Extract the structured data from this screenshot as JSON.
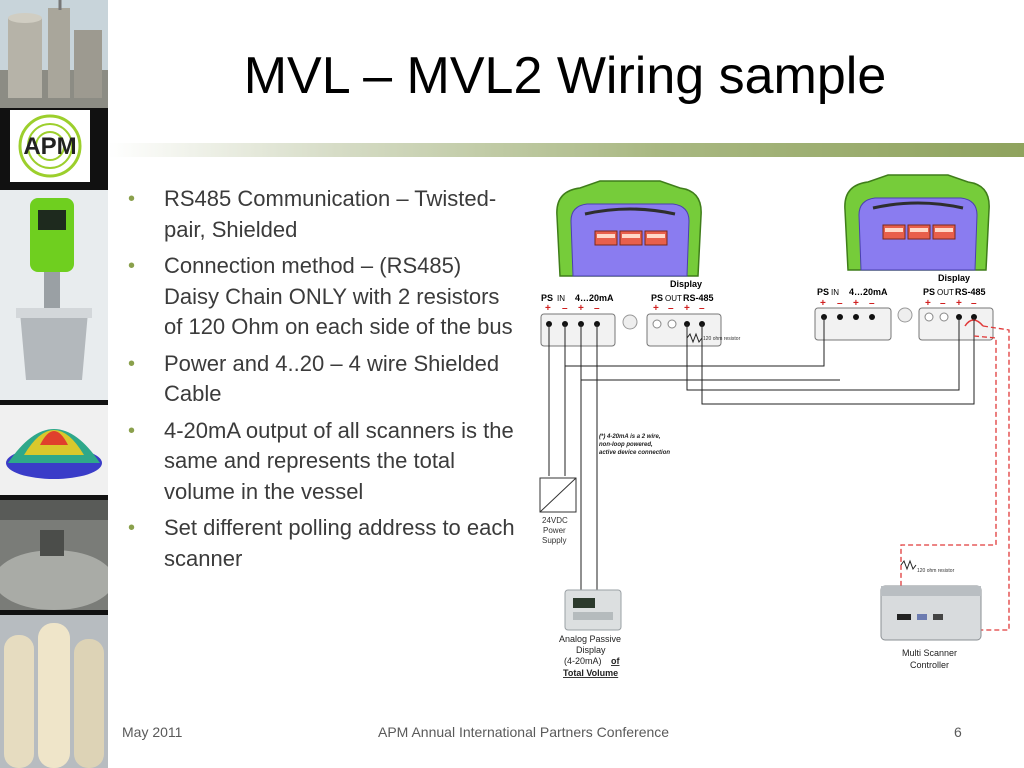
{
  "title": "MVL – MVL2 Wiring sample",
  "sidebar": {
    "logo_text": "APM"
  },
  "bullets": [
    "RS485 Communication – Twisted-pair, Shielded",
    "Connection method – (RS485) Daisy Chain ONLY with 2 resistors of 120 Ohm on each side of the bus",
    "Power and 4..20 – 4 wire Shielded Cable",
    "4-20mA output of all scanners is the same and represents the total volume in the vessel",
    "Set different polling address to each scanner"
  ],
  "diagram": {
    "display_label": "Display",
    "ps_label": "PS",
    "in_label": "IN",
    "ma_label": "4…20mA",
    "out_label": "OUT",
    "rs485_label": "RS-485",
    "plus": "+",
    "minus": "–",
    "resistor_label": "120 ohm resistor",
    "note_lines": [
      "(*) 4-20mA is a 2 wire,",
      "non-loop powered,",
      "active device connection"
    ],
    "power_supply_lines": [
      "24VDC",
      "Power",
      "Supply"
    ],
    "analog_display_lines": [
      "Analog Passive",
      "Display",
      "(4-20mA) "
    ],
    "analog_display_of": "of",
    "analog_display_total": "Total Volume",
    "controller_lines": [
      "Multi Scanner",
      "Controller"
    ]
  },
  "footer": {
    "date": "May 2011",
    "conference": "APM Annual International Partners Conference",
    "page": "6"
  },
  "colors": {
    "accent_green": "#8aa04c",
    "wire_red": "#e03a3a",
    "device_green": "#7ed13c",
    "device_blue": "#8a7cf0"
  }
}
